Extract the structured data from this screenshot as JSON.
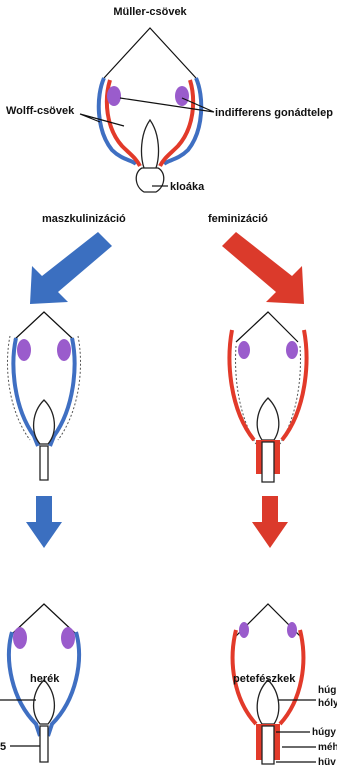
{
  "colors": {
    "wolff_duct": "#3f6fc2",
    "muller_duct": "#e23a2a",
    "gonad": "#9a5ccc",
    "male_arrow": "#3b6fc0",
    "female_arrow": "#db3a2b"
  },
  "top": {
    "label_muller": "Müller-csövek",
    "label_wolff": "Wolff-csövek",
    "label_gonad": "indifferens gonádtelep",
    "label_cloaca": "kloáka"
  },
  "branches": {
    "male_label": "maszkulinizáció",
    "female_label": "feminizáció"
  },
  "bottom_male": {
    "label_testes": "herék",
    "label_cut": "5"
  },
  "bottom_female": {
    "label_ovaries": "petefészkek",
    "label_bladder_1": "húg",
    "label_bladder_2": "hóly",
    "label_urethra": "húgy",
    "label_uterus": "méh",
    "label_vagina": "hüv"
  }
}
